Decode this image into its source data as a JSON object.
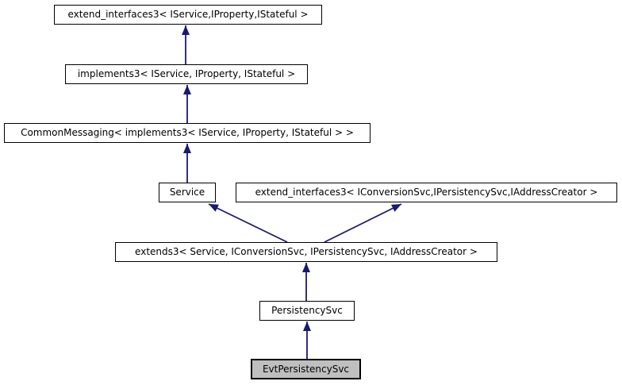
{
  "diagram": {
    "type": "class-inheritance-graph",
    "colors": {
      "background": "#ffffff",
      "arrow": "#191970",
      "node_border": "#000000",
      "node_fill": "#ffffff",
      "highlighted_node_fill": "#bfbfbf",
      "text": "#000000"
    },
    "nodes": [
      {
        "id": "extend_interfaces3_top",
        "label": "extend_interfaces3< IService,IProperty,IStateful >",
        "highlighted": false
      },
      {
        "id": "implements3",
        "label": "implements3< IService, IProperty, IStateful >",
        "highlighted": false
      },
      {
        "id": "common_messaging",
        "label": "CommonMessaging< implements3< IService, IProperty, IStateful > >",
        "highlighted": false
      },
      {
        "id": "service",
        "label": "Service",
        "highlighted": false
      },
      {
        "id": "extend_interfaces3_right",
        "label": "extend_interfaces3< IConversionSvc,IPersistencySvc,IAddressCreator >",
        "highlighted": false
      },
      {
        "id": "extends3",
        "label": "extends3< Service, IConversionSvc, IPersistencySvc, IAddressCreator >",
        "highlighted": false
      },
      {
        "id": "persistency_svc",
        "label": "PersistencySvc",
        "highlighted": false
      },
      {
        "id": "evt_persistency_svc",
        "label": "EvtPersistencySvc",
        "highlighted": true
      }
    ],
    "edges": [
      {
        "from": "implements3",
        "to": "extend_interfaces3_top"
      },
      {
        "from": "common_messaging",
        "to": "implements3"
      },
      {
        "from": "service",
        "to": "common_messaging"
      },
      {
        "from": "extends3",
        "to": "service"
      },
      {
        "from": "extends3",
        "to": "extend_interfaces3_right"
      },
      {
        "from": "persistency_svc",
        "to": "extends3"
      },
      {
        "from": "evt_persistency_svc",
        "to": "persistency_svc"
      }
    ]
  }
}
